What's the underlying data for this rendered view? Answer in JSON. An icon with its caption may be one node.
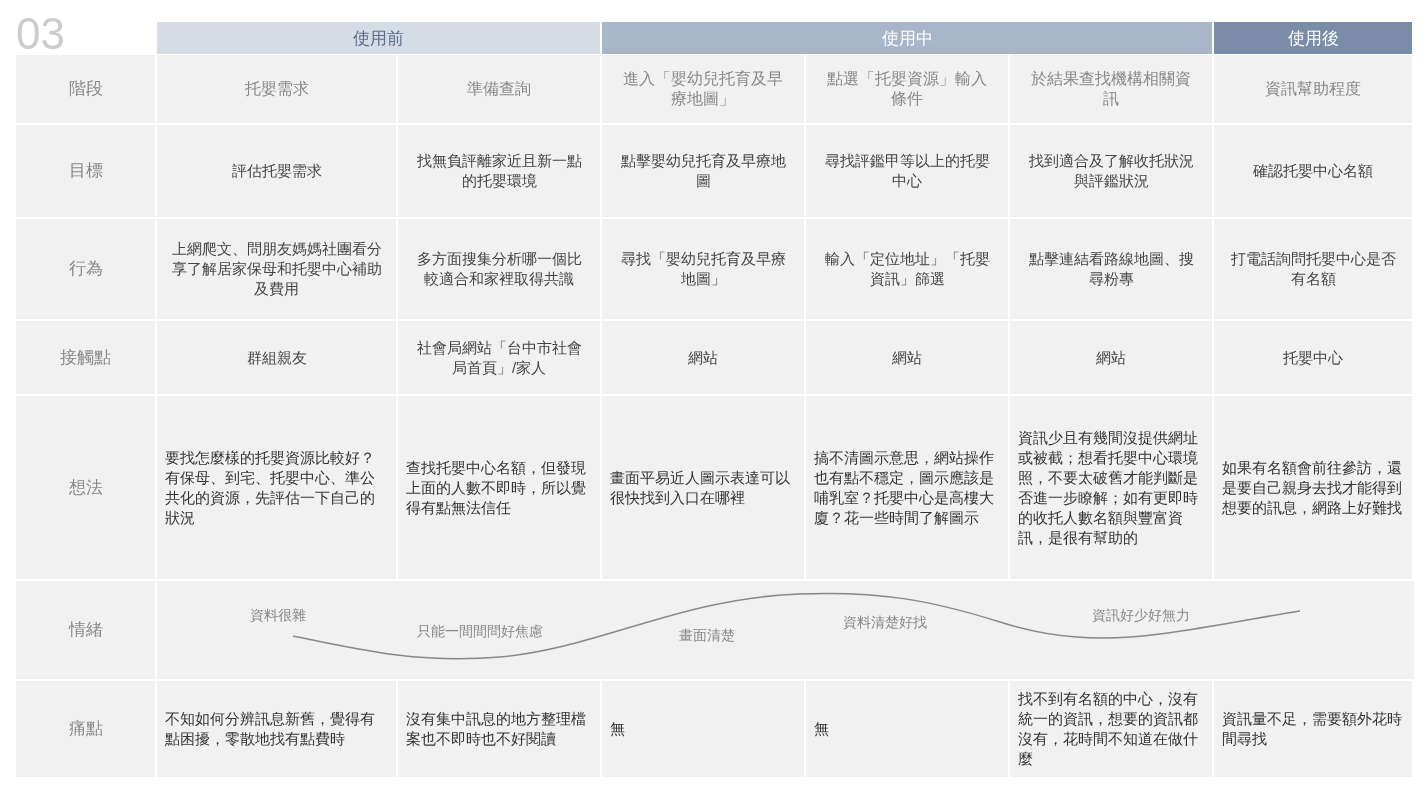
{
  "diagram": {
    "title": "03",
    "labels": [
      "使用前",
      "使用中",
      "使用後",
      "階段",
      "托嬰需求",
      "準備查詢",
      "進入「嬰幼兒托育及早療地圖」",
      "點選「托嬰資源」輸入條件",
      "於結果查找機構相關資訊",
      "資訊幫助程度",
      "目標",
      "評估托嬰需求",
      "找無負評離家近且新一點的托嬰環境",
      "點擊嬰幼兒托育及早療地圖",
      "尋找評鑑甲等以上的托嬰中心",
      "找到適合及了解收托狀況與評鑑狀況",
      "確認托嬰中心名額",
      "行為",
      "上網爬文、問朋友媽媽社團看分享了解居家保母和托嬰中心補助及費用",
      "多方面搜集分析哪一個比較適合和家裡取得共識",
      "尋找「嬰幼兒托育及早療地圖」",
      "輸入「定位地址」「托嬰資訊」篩選",
      "點擊連結看路線地圖、搜尋粉專",
      "打電話詢問托嬰中心是否有名額",
      "接觸點",
      "群組親友",
      "社會局網站「台中市社會局首頁」/家人",
      "網站",
      "網站",
      "網站",
      "托嬰中心",
      "想法",
      "要找怎麼樣的托嬰資源比較好？有保母、到宅、托嬰中心、準公共化的資源，先評估一下自己的狀況",
      "查找托嬰中心名額，但發現上面的人數不即時，所以覺得有點無法信任",
      "畫面平易近人圖示表達可以很快找到入口在哪裡",
      "搞不清圖示意思，網站操作也有點不穩定，圖示應該是哺乳室？托嬰中心是高樓大廈？花一些時間了解圖示",
      "資訊少且有幾間沒提供網址或被截；想看托嬰中心環境照，不要太破舊才能判斷是否進一步瞭解；如有更即時的收托人數名額與豐富資訊，是很有幫助的",
      "如果有名額會前往參訪，還是要自己親身去找才能得到想要的訊息，網路上好難找",
      "情緒",
      "資料很雜",
      "只能一間間問好焦慮",
      "畫面清楚",
      "資料清楚好找",
      "資訊好少好無力",
      "痛點",
      "不知如何分辨訊息新舊，覺得有點困擾，零散地找有點費時",
      "沒有集中訊息的地方整理檔案也不即時也不好閱讀",
      "無",
      "無",
      "找不到有名額的中心，沒有統一的資訊，想要的資訊都沒有，花時間不知道在做什麼",
      "資訊量不足，需要額外花時間尋找"
    ]
  }
}
